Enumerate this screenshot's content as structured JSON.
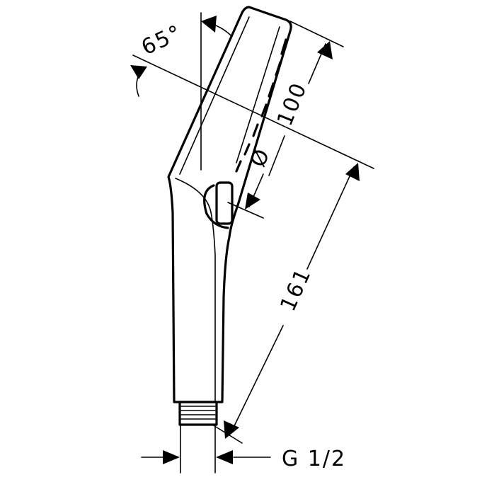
{
  "diagram": {
    "labels": {
      "angle": "65°",
      "spray_face_length": "100",
      "diameter_symbol": "Ø",
      "total_length": "161",
      "thread": "G 1/2"
    },
    "colors": {
      "line": "#000000",
      "background": "#ffffff"
    }
  }
}
